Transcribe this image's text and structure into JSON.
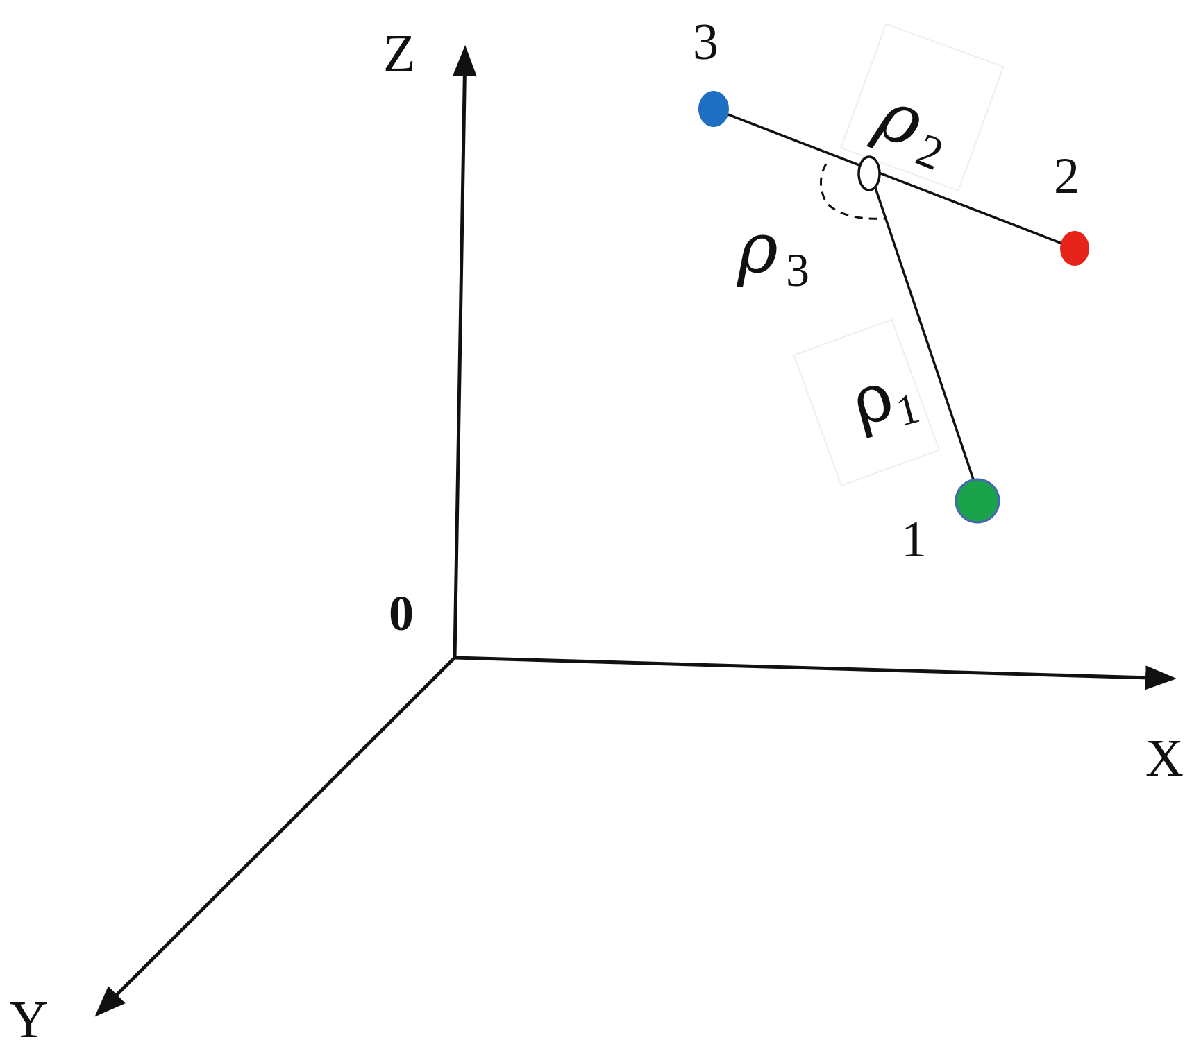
{
  "axes": {
    "x_label": "X",
    "y_label": "Y",
    "z_label": "Z",
    "origin_label": "0"
  },
  "points": [
    {
      "label": "1",
      "color": "#1aa34a"
    },
    {
      "label": "2",
      "color": "#e8231a"
    },
    {
      "label": "3",
      "color": "#1e6fc2"
    }
  ],
  "angles": [
    {
      "symbol": "ρ",
      "subscript": "1"
    },
    {
      "symbol": "ρ",
      "subscript": "2"
    },
    {
      "symbol": "ρ",
      "subscript": "3"
    }
  ]
}
